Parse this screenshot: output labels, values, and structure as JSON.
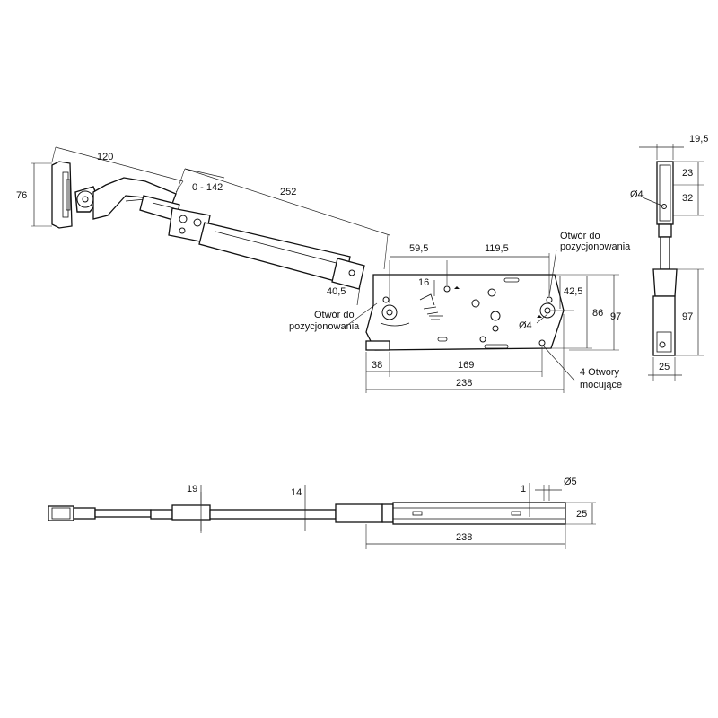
{
  "dimensions": {
    "d120": "120",
    "d76": "76",
    "d0_142": "0 - 142",
    "d252": "252",
    "d40_5": "40,5",
    "d59_5": "59,5",
    "d119_5": "119,5",
    "d16": "16",
    "d42_5": "42,5",
    "d86": "86",
    "d97_main": "97",
    "d4_hole": "Ø4",
    "d38": "38",
    "d169": "169",
    "d238_top": "238",
    "d19_5": "19,5",
    "d23": "23",
    "d32": "32",
    "d4_side": "Ø4",
    "d97_side": "97",
    "d25_side": "25",
    "d19": "19",
    "d14": "14",
    "d1": "1",
    "d5": "Ø5",
    "d25_bottom": "25",
    "d238_bottom": "238"
  },
  "labels": {
    "otwor_left_1": "Otwór do",
    "otwor_left_2": "pozycjonowania",
    "otwor_right_1": "Otwór do",
    "otwor_right_2": "pozycjonowania",
    "otwory_1": "4 Otwory",
    "otwory_2": "mocujące"
  },
  "colors": {
    "line": "#111111",
    "background": "#ffffff"
  }
}
